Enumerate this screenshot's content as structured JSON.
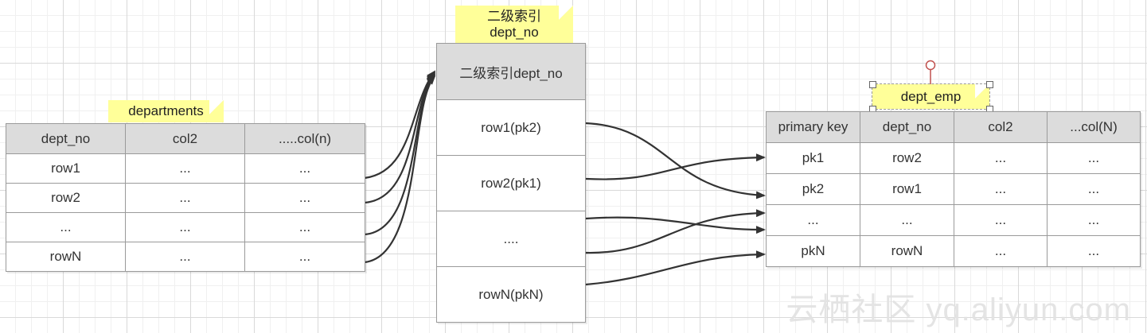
{
  "labels": {
    "index_note_line1": "二级索引",
    "index_note_line2": "dept_no",
    "departments_note": "departments",
    "dept_emp_note": "dept_emp"
  },
  "departments": {
    "headers": [
      "dept_no",
      "col2",
      ".....col(n)"
    ],
    "rows": [
      [
        "row1",
        "...",
        "..."
      ],
      [
        "row2",
        "...",
        "..."
      ],
      [
        "...",
        "...",
        "..."
      ],
      [
        "rowN",
        "...",
        "..."
      ]
    ]
  },
  "index_table": {
    "header": "二级索引dept_no",
    "rows": [
      "row1(pk2)",
      "row2(pk1)",
      "....",
      "rowN(pkN)"
    ]
  },
  "dept_emp": {
    "headers": [
      "primary key",
      "dept_no",
      "col2",
      "...col(N)"
    ],
    "rows": [
      [
        "pk1",
        "row2",
        "...",
        "..."
      ],
      [
        "pk2",
        "row1",
        "...",
        "..."
      ],
      [
        "...",
        "...",
        "...",
        "..."
      ],
      [
        "pkN",
        "rowN",
        "...",
        "..."
      ]
    ]
  },
  "watermark": "云栖社区 yq.aliyun.com",
  "colors": {
    "note": "#ffff99",
    "header": "#dcdcdc",
    "border": "#9a9a9a",
    "arrow": "#333333"
  }
}
